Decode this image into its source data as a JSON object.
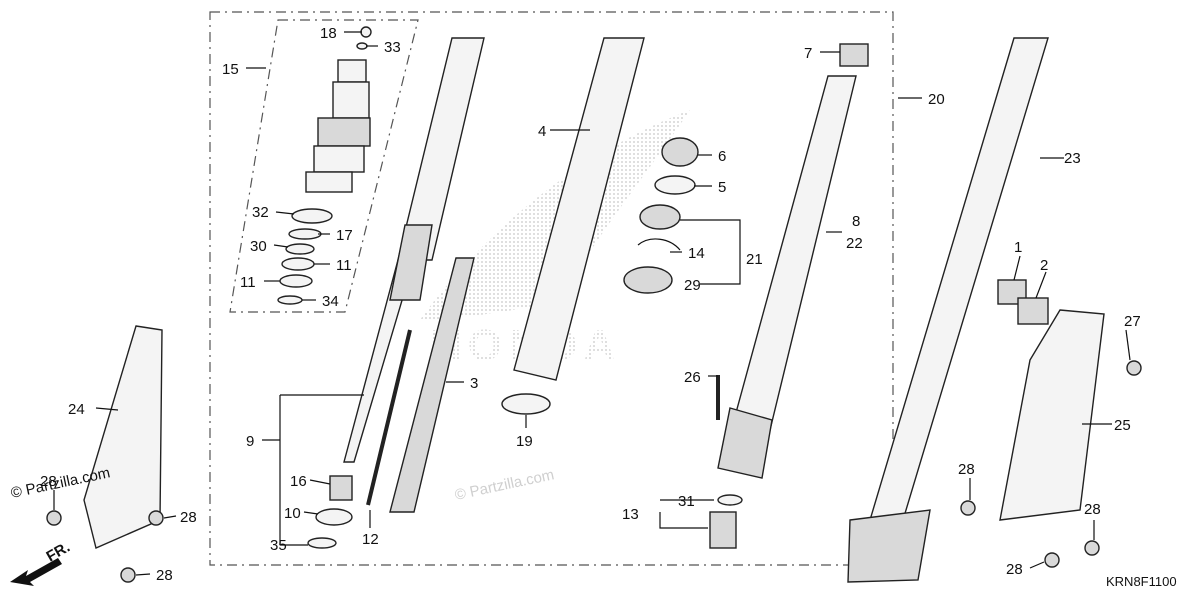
{
  "watermarks": {
    "copyright": "© Partzilla.com",
    "faint": "© Partzilla.com"
  },
  "diagram_code": "KRN8F1100",
  "direction_label": "FR.",
  "brand_watermark": "HONDA",
  "callouts": {
    "c1": "1",
    "c2": "2",
    "c3": "3",
    "c4": "4",
    "c5": "5",
    "c6": "6",
    "c7": "7",
    "c8": "8",
    "c9": "9",
    "c10": "10",
    "c11a": "11",
    "c11b": "11",
    "c12": "12",
    "c13": "13",
    "c14": "14",
    "c15": "15",
    "c16": "16",
    "c17": "17",
    "c18": "18",
    "c19": "19",
    "c20": "20",
    "c21": "21",
    "c22": "22",
    "c23": "23",
    "c24": "24",
    "c25": "25",
    "c26": "26",
    "c27": "27",
    "c28a": "28",
    "c28b": "28",
    "c28c": "28",
    "c28d": "28",
    "c28e": "28",
    "c28f": "28",
    "c29": "29",
    "c30": "30",
    "c31": "31",
    "c32": "32",
    "c33": "33",
    "c34": "34",
    "c35": "35"
  },
  "colors": {
    "line": "#111111",
    "watermark": "#cfcfcf",
    "background": "#ffffff"
  }
}
